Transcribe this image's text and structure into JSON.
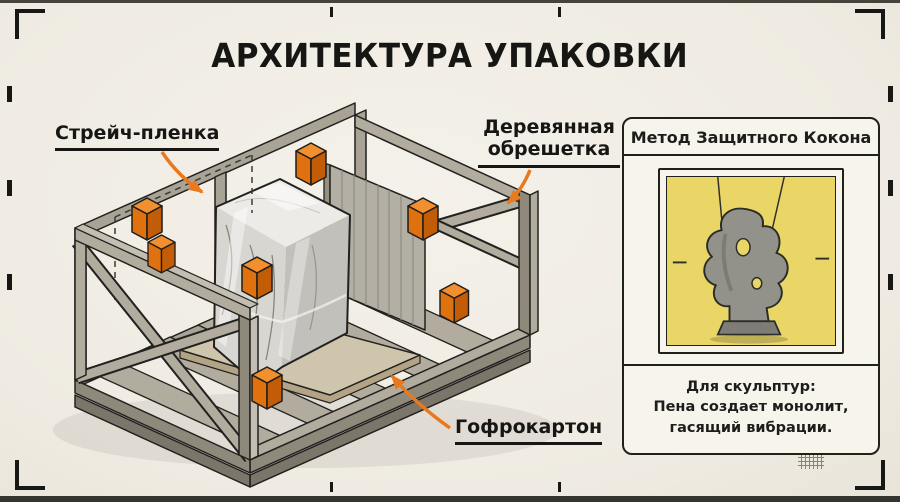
{
  "page": {
    "title": "АРХИТЕКТУРА УПАКОВКИ"
  },
  "diagram": {
    "labels": {
      "stretch_film": "Стрейч-пленка",
      "wooden_crate": "Деревянная обрешетка",
      "cardboard": "Гофрокартон"
    },
    "illustration_parts": [
      "wooden-crate",
      "marble-block-wrapped-in-film",
      "corrugated-cardboard-sheet",
      "orange-corner-protectors",
      "pallet-base"
    ]
  },
  "panel": {
    "title": "Метод Защитного Кокона",
    "caption": "Для скульптур:\nПена создает монолит,\nгасящий вибрации."
  },
  "colors": {
    "accent_orange": "#e8791e",
    "ink": "#1d1d1b",
    "paper": "#f1eee6",
    "panel_yellow": "#e9d666",
    "wood": "#b2ac9f",
    "marble": "#d8d6d1"
  }
}
